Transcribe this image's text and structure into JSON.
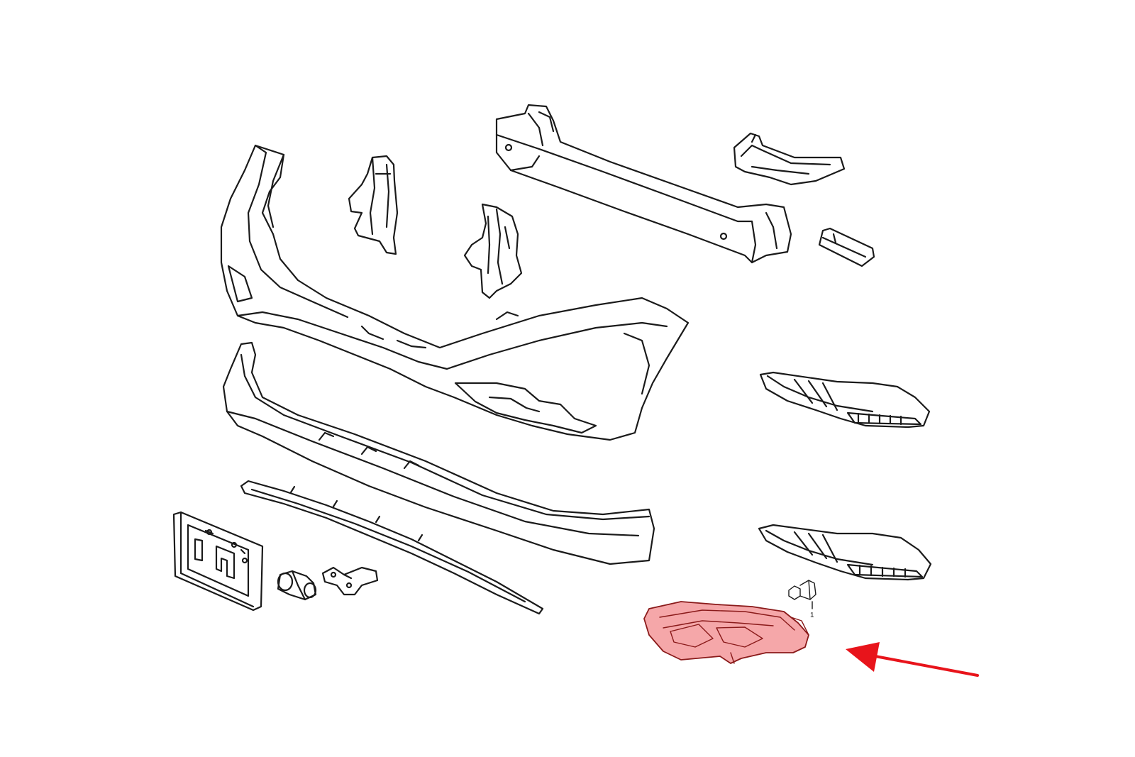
{
  "diagram": {
    "parts": [
      {
        "id": "front-bumper-cover",
        "icon": "bumper-cover"
      },
      {
        "id": "left-bumper-bracket",
        "icon": "bracket"
      },
      {
        "id": "right-bumper-bracket",
        "icon": "bracket"
      },
      {
        "id": "bumper-reinforcement-beam",
        "icon": "beam"
      },
      {
        "id": "upper-side-bracket",
        "icon": "bracket"
      },
      {
        "id": "beam-end-clip",
        "icon": "clip"
      },
      {
        "id": "lower-lip-spoiler",
        "icon": "spoiler"
      },
      {
        "id": "lower-molding-strip",
        "icon": "molding"
      },
      {
        "id": "license-plate-bracket",
        "icon": "plate-bracket"
      },
      {
        "id": "parking-sensor",
        "icon": "sensor"
      },
      {
        "id": "sensor-mount-bracket",
        "icon": "bracket"
      },
      {
        "id": "fog-lamp-bezel-upper",
        "icon": "bezel"
      },
      {
        "id": "fog-lamp-bezel-lower",
        "icon": "bezel"
      },
      {
        "id": "fog-lamp-bulb",
        "icon": "bulb"
      },
      {
        "id": "fog-lamp-assembly",
        "icon": "fog-lamp",
        "highlighted": true
      }
    ],
    "bulb_callout": "1",
    "highlight_color": "#e8141b",
    "arrow_color": "#e8141b"
  }
}
